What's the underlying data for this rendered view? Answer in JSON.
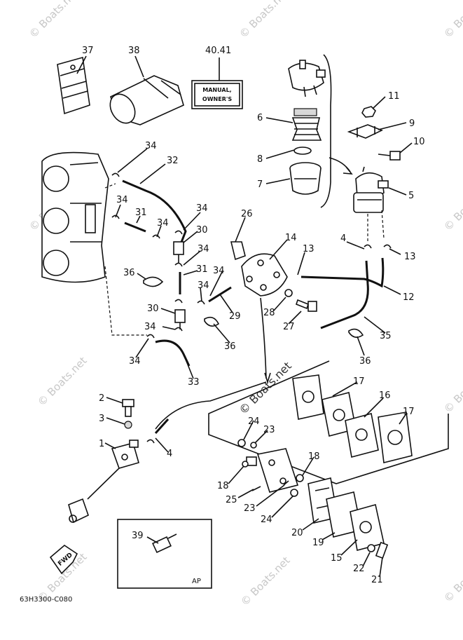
{
  "callouts": [
    {
      "id": "c37",
      "label": "37"
    },
    {
      "id": "c38",
      "label": "38"
    },
    {
      "id": "c40",
      "label": "40.41"
    },
    {
      "id": "c6",
      "label": "6"
    },
    {
      "id": "c8",
      "label": "8"
    },
    {
      "id": "c7",
      "label": "7"
    },
    {
      "id": "c11",
      "label": "11"
    },
    {
      "id": "c9",
      "label": "9"
    },
    {
      "id": "c10",
      "label": "10"
    },
    {
      "id": "c5",
      "label": "5"
    },
    {
      "id": "c34a",
      "label": "34"
    },
    {
      "id": "c32",
      "label": "32"
    },
    {
      "id": "c34b",
      "label": "34"
    },
    {
      "id": "c31a",
      "label": "31"
    },
    {
      "id": "c34c",
      "label": "34"
    },
    {
      "id": "c34d",
      "label": "34"
    },
    {
      "id": "c30a",
      "label": "30"
    },
    {
      "id": "c34e",
      "label": "34"
    },
    {
      "id": "c26",
      "label": "26"
    },
    {
      "id": "c14",
      "label": "14"
    },
    {
      "id": "c13a",
      "label": "13"
    },
    {
      "id": "c4a",
      "label": "4"
    },
    {
      "id": "c13b",
      "label": "13"
    },
    {
      "id": "c36a",
      "label": "36"
    },
    {
      "id": "c31b",
      "label": "31"
    },
    {
      "id": "c34f",
      "label": "34"
    },
    {
      "id": "c34g",
      "label": "34"
    },
    {
      "id": "c12",
      "label": "12"
    },
    {
      "id": "c30b",
      "label": "30"
    },
    {
      "id": "c29",
      "label": "29"
    },
    {
      "id": "c28",
      "label": "28"
    },
    {
      "id": "c27",
      "label": "27"
    },
    {
      "id": "c34h",
      "label": "34"
    },
    {
      "id": "c36b",
      "label": "36"
    },
    {
      "id": "c35",
      "label": "35"
    },
    {
      "id": "c34i",
      "label": "34"
    },
    {
      "id": "c36c",
      "label": "36"
    },
    {
      "id": "c33",
      "label": "33"
    },
    {
      "id": "c17a",
      "label": "17"
    },
    {
      "id": "c16",
      "label": "16"
    },
    {
      "id": "c17b",
      "label": "17"
    },
    {
      "id": "c2",
      "label": "2"
    },
    {
      "id": "c3",
      "label": "3"
    },
    {
      "id": "c24a",
      "label": "24"
    },
    {
      "id": "c23a",
      "label": "23"
    },
    {
      "id": "c1",
      "label": "1"
    },
    {
      "id": "c4b",
      "label": "4"
    },
    {
      "id": "c18a",
      "label": "18"
    },
    {
      "id": "c18b",
      "label": "18"
    },
    {
      "id": "c25",
      "label": "25"
    },
    {
      "id": "c23b",
      "label": "23"
    },
    {
      "id": "c24b",
      "label": "24"
    },
    {
      "id": "c20",
      "label": "20"
    },
    {
      "id": "c19",
      "label": "19"
    },
    {
      "id": "c15",
      "label": "15"
    },
    {
      "id": "c22",
      "label": "22"
    },
    {
      "id": "c21",
      "label": "21"
    },
    {
      "id": "c39",
      "label": "39"
    }
  ],
  "manual_label": {
    "line1": "MANUAL,",
    "line2": "OWNER'S"
  },
  "fwd_label": "FWD",
  "inset_tag": "AP",
  "diagram_code": "63H3300-C080",
  "watermark_text": "© Boats.net"
}
